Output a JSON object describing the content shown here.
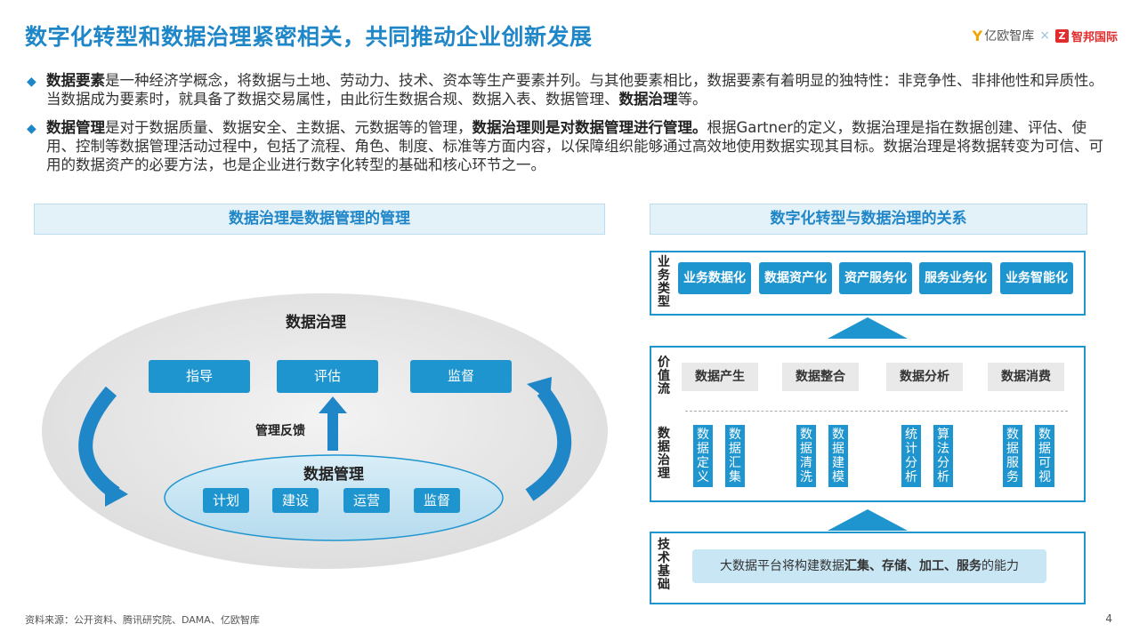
{
  "title": "数字化转型和数据治理紧密相关，共同推动企业创新发展",
  "logos": {
    "brand_left_mark": "Y",
    "brand_left": "亿欧智库",
    "brand_sep": "×",
    "brand_right_mark": "Z",
    "brand_right": "智邦国际"
  },
  "bullets": [
    {
      "parts": [
        {
          "text": "数据要素",
          "bold": true
        },
        {
          "text": "是一种经济学概念，将数据与土地、劳动力、技术、资本等生产要素并列。与其他要素相比，数据要素有着明显的独特性：非竞争性、非排他性和异质性。当数据成为要素时，就具备了数据交易属性，由此衍生数据合规、数据入表、数据管理、",
          "bold": false
        },
        {
          "text": "数据治理",
          "bold": true
        },
        {
          "text": "等。",
          "bold": false
        }
      ]
    },
    {
      "parts": [
        {
          "text": "数据管理",
          "bold": true
        },
        {
          "text": "是对于数据质量、数据安全、主数据、元数据等的管理，",
          "bold": false
        },
        {
          "text": "数据治理则是对数据管理进行管理。",
          "bold": true
        },
        {
          "text": "根据Gartner的定义，数据治理是指在数据创建、评估、使用、控制等数据管理活动过程中，包括了流程、角色、制度、标准等方面内容，以保障组织能够通过高效地使用数据实现其目标。数据治理是将数据转变为可信、可用的数据资产的必要方法，也是企业进行数字化转型的基础和核心环节之一。",
          "bold": false
        }
      ]
    }
  ],
  "left_section": {
    "header": "数据治理是数据管理的管理",
    "outer_title": "数据治理",
    "top_buttons": [
      "指导",
      "评估",
      "监督"
    ],
    "feedback_label": "管理反馈",
    "inner_title": "数据管理",
    "inner_buttons": [
      "计划",
      "建设",
      "运营",
      "监督"
    ]
  },
  "right_section": {
    "header": "数字化转型与数据治理的关系",
    "business_label": "业务类型",
    "business_items": [
      "业务数据化",
      "数据资产化",
      "资产服务化",
      "服务业务化",
      "业务智能化"
    ],
    "value_label": "价值流",
    "value_items": [
      "数据产生",
      "数据整合",
      "数据分析",
      "数据消费"
    ],
    "governance_label": "数据治理",
    "governance_items": [
      "数据定义",
      "数据汇集",
      "数据清洗",
      "数据建模",
      "统计分析",
      "算法分析",
      "数据服务",
      "数据可视"
    ],
    "tech_label": "技术基础",
    "tech_parts": [
      {
        "text": "大数据平台将构建数据",
        "bold": false
      },
      {
        "text": "汇集、存储、加工、服务",
        "bold": true
      },
      {
        "text": "的能力",
        "bold": false
      }
    ]
  },
  "source_note": "资料来源：公开资料、腾讯研究院、DAMA、亿欧智库",
  "page_number": "4",
  "colors": {
    "accent": "#1f86c8",
    "button": "#1f95cf",
    "header_bg": "#e3f1f9"
  }
}
